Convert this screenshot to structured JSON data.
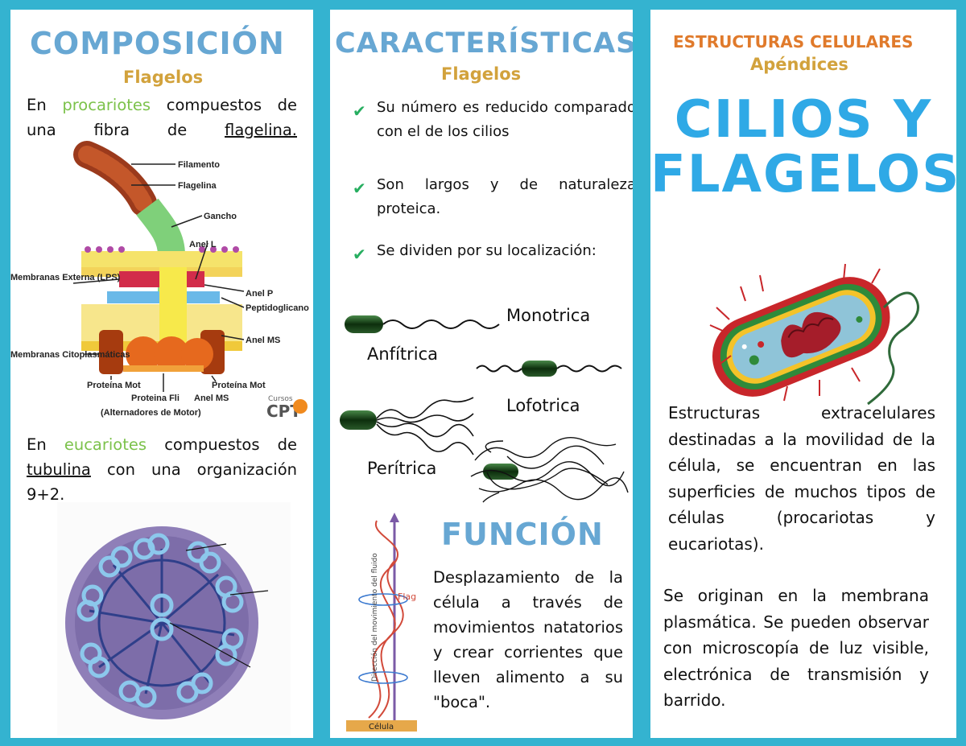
{
  "composicion": {
    "title": "COMPOSICIÓN",
    "subtitle": "Flagelos",
    "p1": {
      "pre": "En",
      "green": "procariotes",
      "mid": "compuestos de una fibra de",
      "ul": "flagelina."
    },
    "diagram_labels": [
      "Filamento",
      "Flagelina",
      "Gancho",
      "Anel L",
      "Membranas Externa (LPS)",
      "Anel P",
      "Peptidoglicano",
      "Anel MS",
      "Membranas Citoplasmáticas",
      "Proteína Mot",
      "Proteína Mot",
      "Proteina Fli",
      "Anel MS",
      "(Alternadores de Motor)"
    ],
    "watermark": {
      "small": "Cursos",
      "big": "CPT"
    },
    "p2": {
      "pre": "En",
      "green": "eucariotes",
      "mid": "compuestos de",
      "ul": "tubulina",
      "post": "con una organización 9+2."
    }
  },
  "caracteristicas": {
    "title": "CARACTERÍSTICAS",
    "subtitle": "Flagelos",
    "bullets": [
      "Su número es reducido comparado con el de los cilios",
      "Son largos y de naturaleza proteica.",
      "Se dividen por su localización:"
    ],
    "types": [
      "Monotrica",
      "Anfítrica",
      "Lofotrica",
      "Perítrica"
    ],
    "funcion": {
      "title": "FUNCIÓN",
      "text": "Desplazamiento de la célula a través de movimientos natatorios y crear corrientes que lleven alimento a su \"boca\".",
      "diagram_axis": "Dirección del movimiento del fluido",
      "diagram_flag": "Flag",
      "diagram_cell": "Célula"
    }
  },
  "estructuras": {
    "title": "ESTRUCTURAS CELULARES",
    "subtitle": "Apéndices",
    "main_title_1": "CILIOS Y",
    "main_title_2": "FLAGELOS",
    "p1": "Estructuras extracelulares destinadas a la movilidad de la célula, se encuentran en las superficies de muchos tipos de células (procariotas y eucariotas).",
    "p2": "Se originan en la membrana plasmática. Se pueden observar con microscopía de luz visible, electrónica de transmisión y barrido."
  },
  "colors": {
    "background": "#34b3d0",
    "title_blue": "#67a7d3",
    "subtitle_gold": "#d2a23c",
    "accent_green": "#7cc24b",
    "title_orange": "#e07a2b",
    "big_title": "#2fa9e6"
  }
}
